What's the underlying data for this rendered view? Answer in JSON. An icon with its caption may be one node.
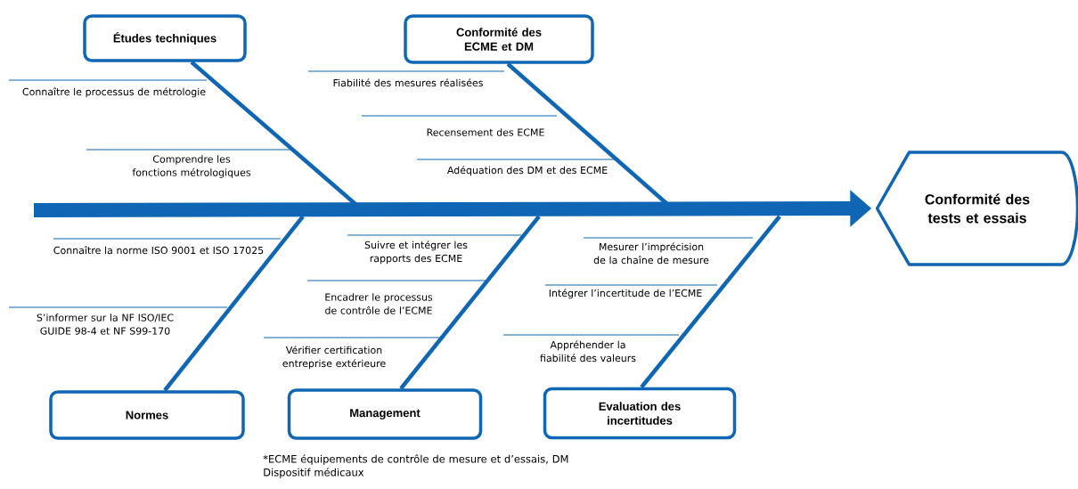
{
  "diagram": {
    "nodes": [
      {
        "text": [
          "Études techniques"
        ]
      },
      {
        "text": [
          "Conformité des ECME et DM"
        ]
      },
      {
        "text": [
          "Normes"
        ]
      },
      {
        "text": [
          "Management"
        ]
      },
      {
        "text": [
          "Evaluation des incertitudes"
        ]
      },
      {
        "text": [
          "Conformité des tests et essais"
        ]
      }
    ],
    "edges": [
      {
        "from": 0,
        "to": null,
        "arrow": "none"
      },
      {
        "from": 1,
        "to": null,
        "arrow": "none"
      },
      {
        "from": 2,
        "to": null,
        "arrow": "none"
      },
      {
        "from": 3,
        "to": null,
        "arrow": "none"
      },
      {
        "from": 4,
        "to": null,
        "arrow": "none"
      },
      {
        "from": null,
        "to": 5,
        "arrow": "to",
        "style": "thick"
      }
    ],
    "labels": [
      "Connaître le processus de métrologie",
      "Comprendre les fonctions métrologiques",
      "Fiabilité des mesures réalisées",
      "Recensement des ECME",
      "Adéquation des DM et des ECME",
      "Connaître la norme ISO 9001 et ISO 17025",
      "S’informer sur la NF ISO/IEC GUIDE 98-4 et NF S99-170",
      "Suivre et intégrer les rapports des ECME",
      "Encadrer le processus de contrôle de l’ECME",
      "Vérifier certification entreprise extérieure",
      "Mesurer l’imprécision de la chaîne de mesure",
      "Intégrer l’incertitude de l’ECME",
      "Appréhender la fiabilité des valeurs",
      "*ECME    équipements de contrôle de mesure et d’essais, DM  Dispositif médicaux"
    ]
  }
}
